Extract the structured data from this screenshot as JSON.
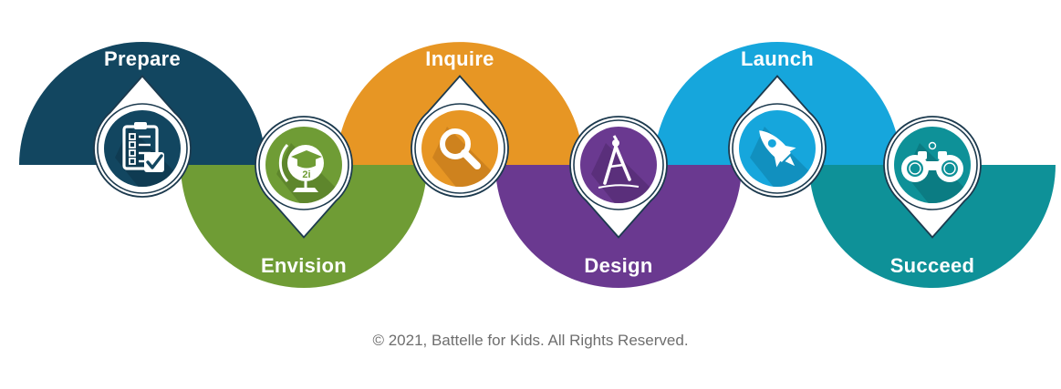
{
  "stages": [
    {
      "label": "Prepare",
      "color": "#124660",
      "dark": "#0c3347",
      "icon": "checklist-icon",
      "position": "top"
    },
    {
      "label": "Envision",
      "color": "#6f9c35",
      "dark": "#507424",
      "icon": "globe-graduation-icon",
      "position": "bottom"
    },
    {
      "label": "Inquire",
      "color": "#e79624",
      "dark": "#b9721a",
      "icon": "magnifying-glass-icon",
      "position": "top"
    },
    {
      "label": "Design",
      "color": "#6a3990",
      "dark": "#4d2869",
      "icon": "drafting-compass-icon",
      "position": "bottom"
    },
    {
      "label": "Launch",
      "color": "#16a6dc",
      "dark": "#0f7ea8",
      "icon": "rocket-icon",
      "position": "top"
    },
    {
      "label": "Succeed",
      "color": "#0e9198",
      "dark": "#0a6c72",
      "icon": "binoculars-icon",
      "position": "bottom"
    }
  ],
  "globe_badge_text": "2i",
  "colors": {
    "badge_outline": "#1c3a4e",
    "text": "#ffffff",
    "copyright": "#6e6e6e"
  },
  "copyright": "© 2021, Battelle for Kids. All Rights Reserved."
}
